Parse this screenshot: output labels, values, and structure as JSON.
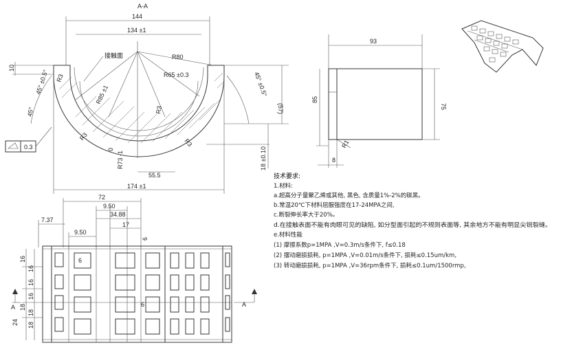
{
  "section_label": "A-A",
  "front_view": {
    "dim_144": "144",
    "dim_134": "134 ±1",
    "contact_face": "接触面",
    "r80": "R80",
    "r65": "R65 ±0.3",
    "r85": "R85 ±1",
    "r3": "R3",
    "r73": "R73 -1",
    "zero": "0",
    "dim_10": "10",
    "angle_left": "45° ±0.5°",
    "angle_right": "45° ±0.5°",
    "angle_45": "45°",
    "dim_57": "(57)",
    "dim_18": "18 ±0.10",
    "dim_55": "55.5",
    "dim_174": "174 ±1",
    "flatness": "0.3"
  },
  "side_view": {
    "dim_93": "93",
    "dim_85": "85",
    "dim_75": "75",
    "dim_8": "8",
    "r1": "R1"
  },
  "plan_view": {
    "dim_72": "72",
    "dim_9_50_top": "9.50",
    "dim_34_88": "34.88",
    "dim_17": "17",
    "dim_7_37": "7.37",
    "dim_9_50_mid": "9.50",
    "dim_6_a": "6",
    "dim_6_b": "6",
    "dim_6_c": "6",
    "dim_16_1": "16",
    "dim_16_2": "16",
    "dim_16_3": "16",
    "dim_16_4": "16",
    "dim_18_1": "18",
    "dim_18_2": "18",
    "dim_18_3": "18",
    "dim_24": "24",
    "section_a_left": "A",
    "section_a_right": "A"
  },
  "tech_notes": {
    "title": "技术要求:",
    "lines": [
      "1.材料:",
      "a.超高分子量聚乙烯或其他, 黑色, 含质量1%-2%的碳黑。",
      "b.常温20℃下材料屈服强度在17-24MPA之间,",
      "c.断裂伸长率大于20%。",
      "d.在接触表面不能有肉眼可见的缺陷, 如分型面引起的不规则表面等, 其余地方不能有明显尖锐裂缝。",
      "e.材料性能",
      "(1) 摩擦系数p=1MPA ,V=0.3m/s条件下, f≤0.18",
      "(2) 摆动磨损损耗, p=1MPA ,V=0.01m/s条件下, 损耗≤0.15um/km,",
      "(3) 转动磨损损耗, p=1MPA ,V=36rpm条件下, 损耗≤0.1um/1500rmp,"
    ]
  }
}
